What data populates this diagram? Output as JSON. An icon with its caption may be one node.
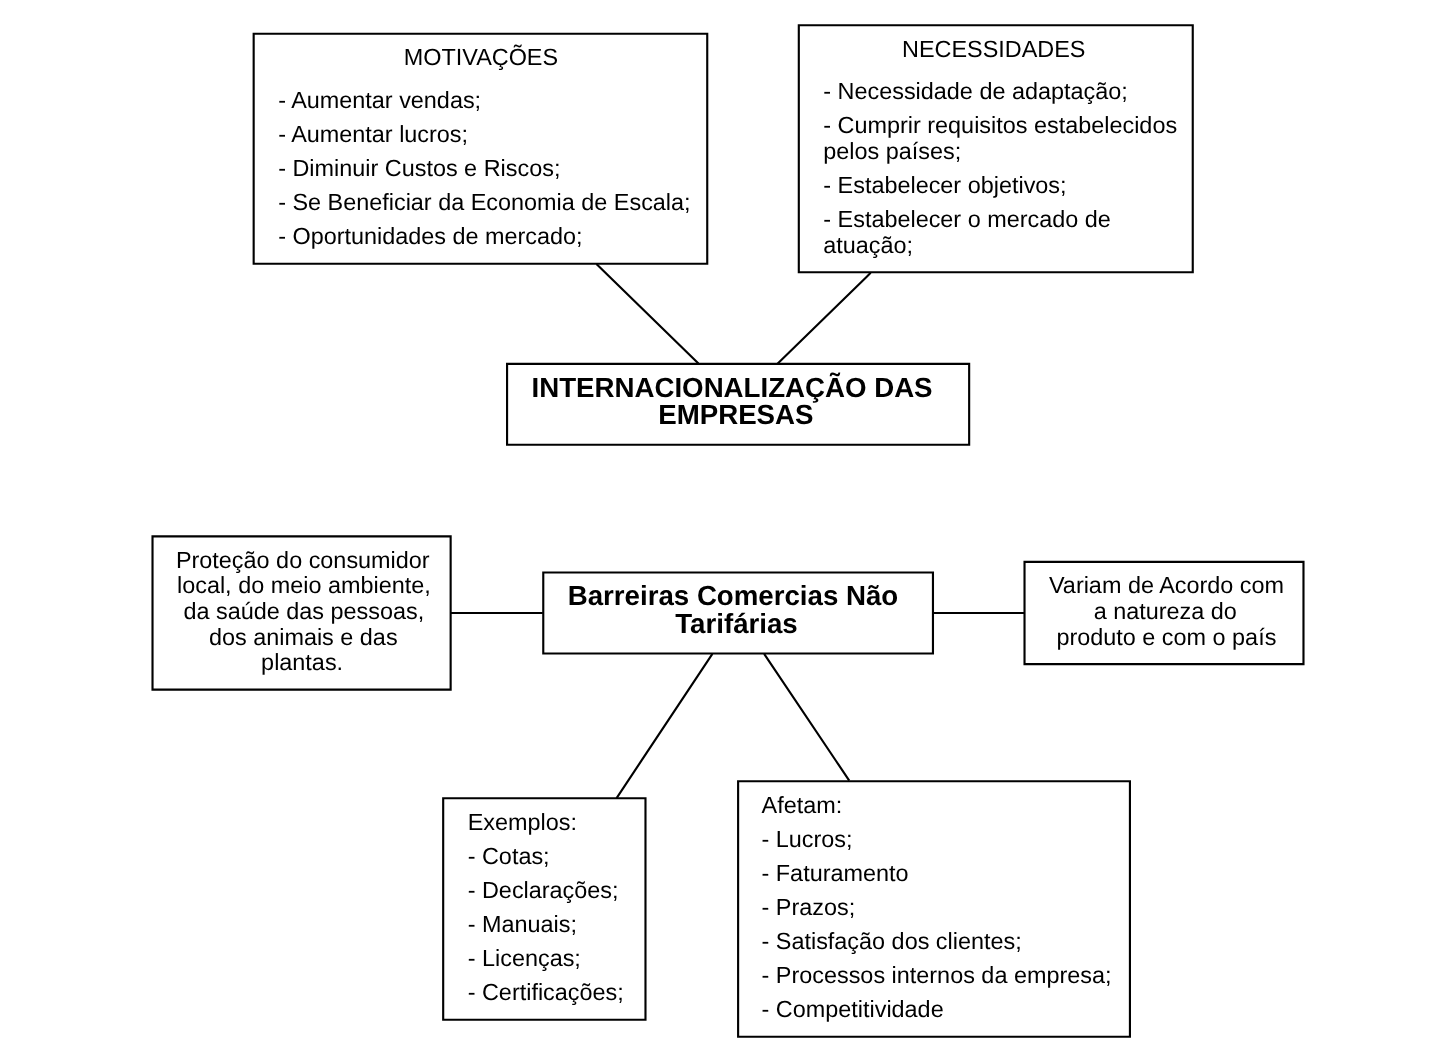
{
  "diagram": {
    "nodes": [
      {
        "text": [
          "MOTIVAÇÕES",
          "- Aumentar vendas;",
          "- Aumentar lucros;",
          "- Diminuir Custos e Riscos;",
          "- Se Beneficiar da Economia de Escala;",
          "- Oportunidades de mercado;"
        ]
      },
      {
        "text": [
          "NECESSIDADES",
          "- Necessidade de adaptação;",
          "- Cumprir requisitos estabelecidos pelos países;",
          "- Estabelecer objetivos;",
          "- Estabelecer o mercado de atuação;"
        ]
      },
      {
        "text": [
          "INTERNACIONALIZAÇÃO DAS EMPRESAS"
        ]
      },
      {
        "text": [
          "Proteção do consumidor local, do meio ambiente, da saúde das pessoas, dos animais e das plantas."
        ]
      },
      {
        "text": [
          "Barreiras Comercias Não Tarifárias"
        ]
      },
      {
        "text": [
          "Variam de Acordo com a natureza do produto e com o país"
        ]
      },
      {
        "text": [
          "Exemplos:",
          "- Cotas;",
          "- Declarações;",
          "- Manuais;",
          "- Licenças;",
          "- Certificações;"
        ]
      },
      {
        "text": [
          "Afetam:",
          "- Lucros;",
          "- Faturamento",
          "- Prazos;",
          "- Satisfação dos clientes;",
          "- Processos internos da empresa;",
          "- Competitividade"
        ]
      }
    ],
    "edges": [
      {
        "from": 0,
        "to": 2,
        "arrow": "none"
      },
      {
        "from": 1,
        "to": 2,
        "arrow": "none"
      },
      {
        "from": 3,
        "to": 4,
        "arrow": "none"
      },
      {
        "from": 4,
        "to": 5,
        "arrow": "none"
      },
      {
        "from": 4,
        "to": 6,
        "arrow": "none"
      },
      {
        "from": 4,
        "to": 7,
        "arrow": "none"
      }
    ]
  }
}
